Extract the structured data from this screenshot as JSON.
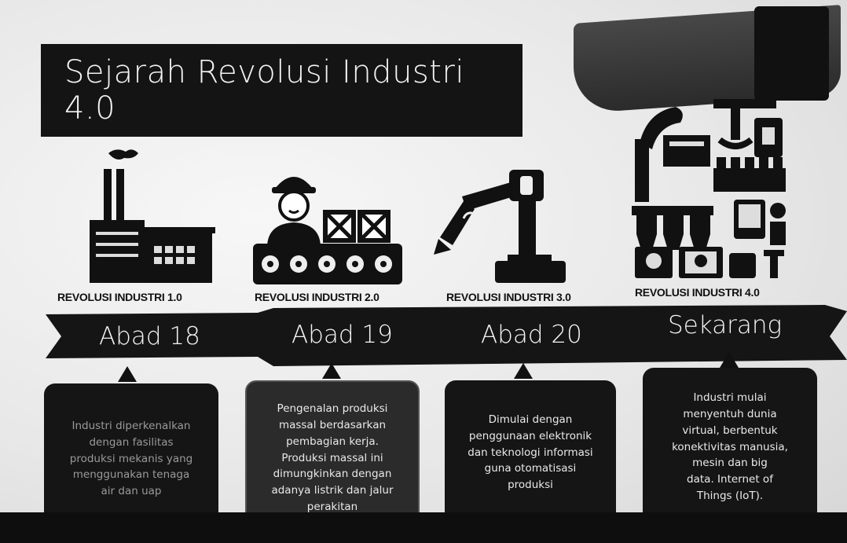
{
  "title": "Sejarah Revolusi Industri 4.0",
  "eras": [
    {
      "label": "REVOLUSI INDUSTRI 1.0",
      "period": "Abad 18",
      "description": "Industri diperkenalkan\ndengan fasilitas\nproduksi mekanis yang\nmenggunakan tenaga\nair dan uap"
    },
    {
      "label": "REVOLUSI INDUSTRI 2.0",
      "period": "Abad 19",
      "description": "Pengenalan produksi\nmassal berdasarkan\npembagian kerja.\nProduksi massal ini\ndimungkinkan dengan\nadanya listrik dan jalur\nperakitan"
    },
    {
      "label": "REVOLUSI INDUSTRI 3.0",
      "period": "Abad 20",
      "description": "Dimulai dengan\npenggunaan elektronik\ndan teknologi informasi\nguna otomatisasi\nproduksi"
    },
    {
      "label": "REVOLUSI INDUSTRI 4.0",
      "period": "Sekarang",
      "description": "Industri mulai\nmenyentuh dunia\nvirtual, berbentuk\nkonektivitas manusia,\nmesin dan big\ndata. Internet of\nThings (IoT)."
    }
  ],
  "icons": [
    "factory-icon",
    "assembly-worker-icon",
    "robot-arm-icon",
    "smart-factory-icon"
  ]
}
